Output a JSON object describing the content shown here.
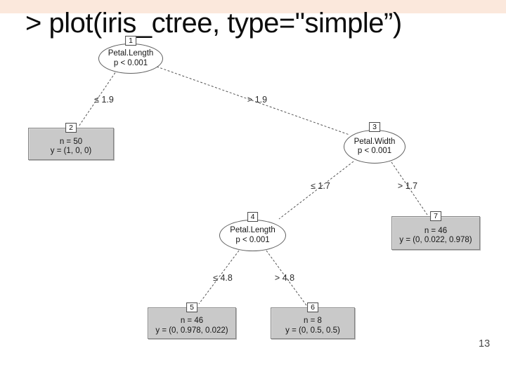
{
  "slide": {
    "title": "> plot(iris_ctree, type=\"simple”)",
    "page_number": "13"
  },
  "colors": {
    "header_band": "#fbe8dc",
    "leaf_fill": "#c9c9c9",
    "ellipse_fill": "#ffffff",
    "edge_line": "#555555"
  },
  "tree": {
    "nodes": [
      {
        "id": "1",
        "kind": "split-ellipse",
        "line1": "Petal.Length",
        "line2": "p < 0.001"
      },
      {
        "id": "2",
        "kind": "leaf-box",
        "line1": "n = 50",
        "line2": "y = (1, 0, 0)"
      },
      {
        "id": "3",
        "kind": "split-ellipse",
        "line1": "Petal.Width",
        "line2": "p < 0.001"
      },
      {
        "id": "4",
        "kind": "split-ellipse",
        "line1": "Petal.Length",
        "line2": "p < 0.001"
      },
      {
        "id": "5",
        "kind": "leaf-box",
        "line1": "n = 46",
        "line2": "y = (0, 0.978, 0.022)"
      },
      {
        "id": "6",
        "kind": "leaf-box",
        "line1": "n = 8",
        "line2": "y = (0, 0.5, 0.5)"
      },
      {
        "id": "7",
        "kind": "leaf-box",
        "line1": "n = 46",
        "line2": "y = (0, 0.022, 0.978)"
      }
    ],
    "edges": [
      {
        "from": "1",
        "to": "2",
        "label": "≤ 1.9"
      },
      {
        "from": "1",
        "to": "3",
        "label": "> 1.9"
      },
      {
        "from": "3",
        "to": "4",
        "label": "≤ 1.7"
      },
      {
        "from": "3",
        "to": "7",
        "label": "> 1.7"
      },
      {
        "from": "4",
        "to": "5",
        "label": "≤ 4.8"
      },
      {
        "from": "4",
        "to": "6",
        "label": "> 4.8"
      }
    ]
  }
}
